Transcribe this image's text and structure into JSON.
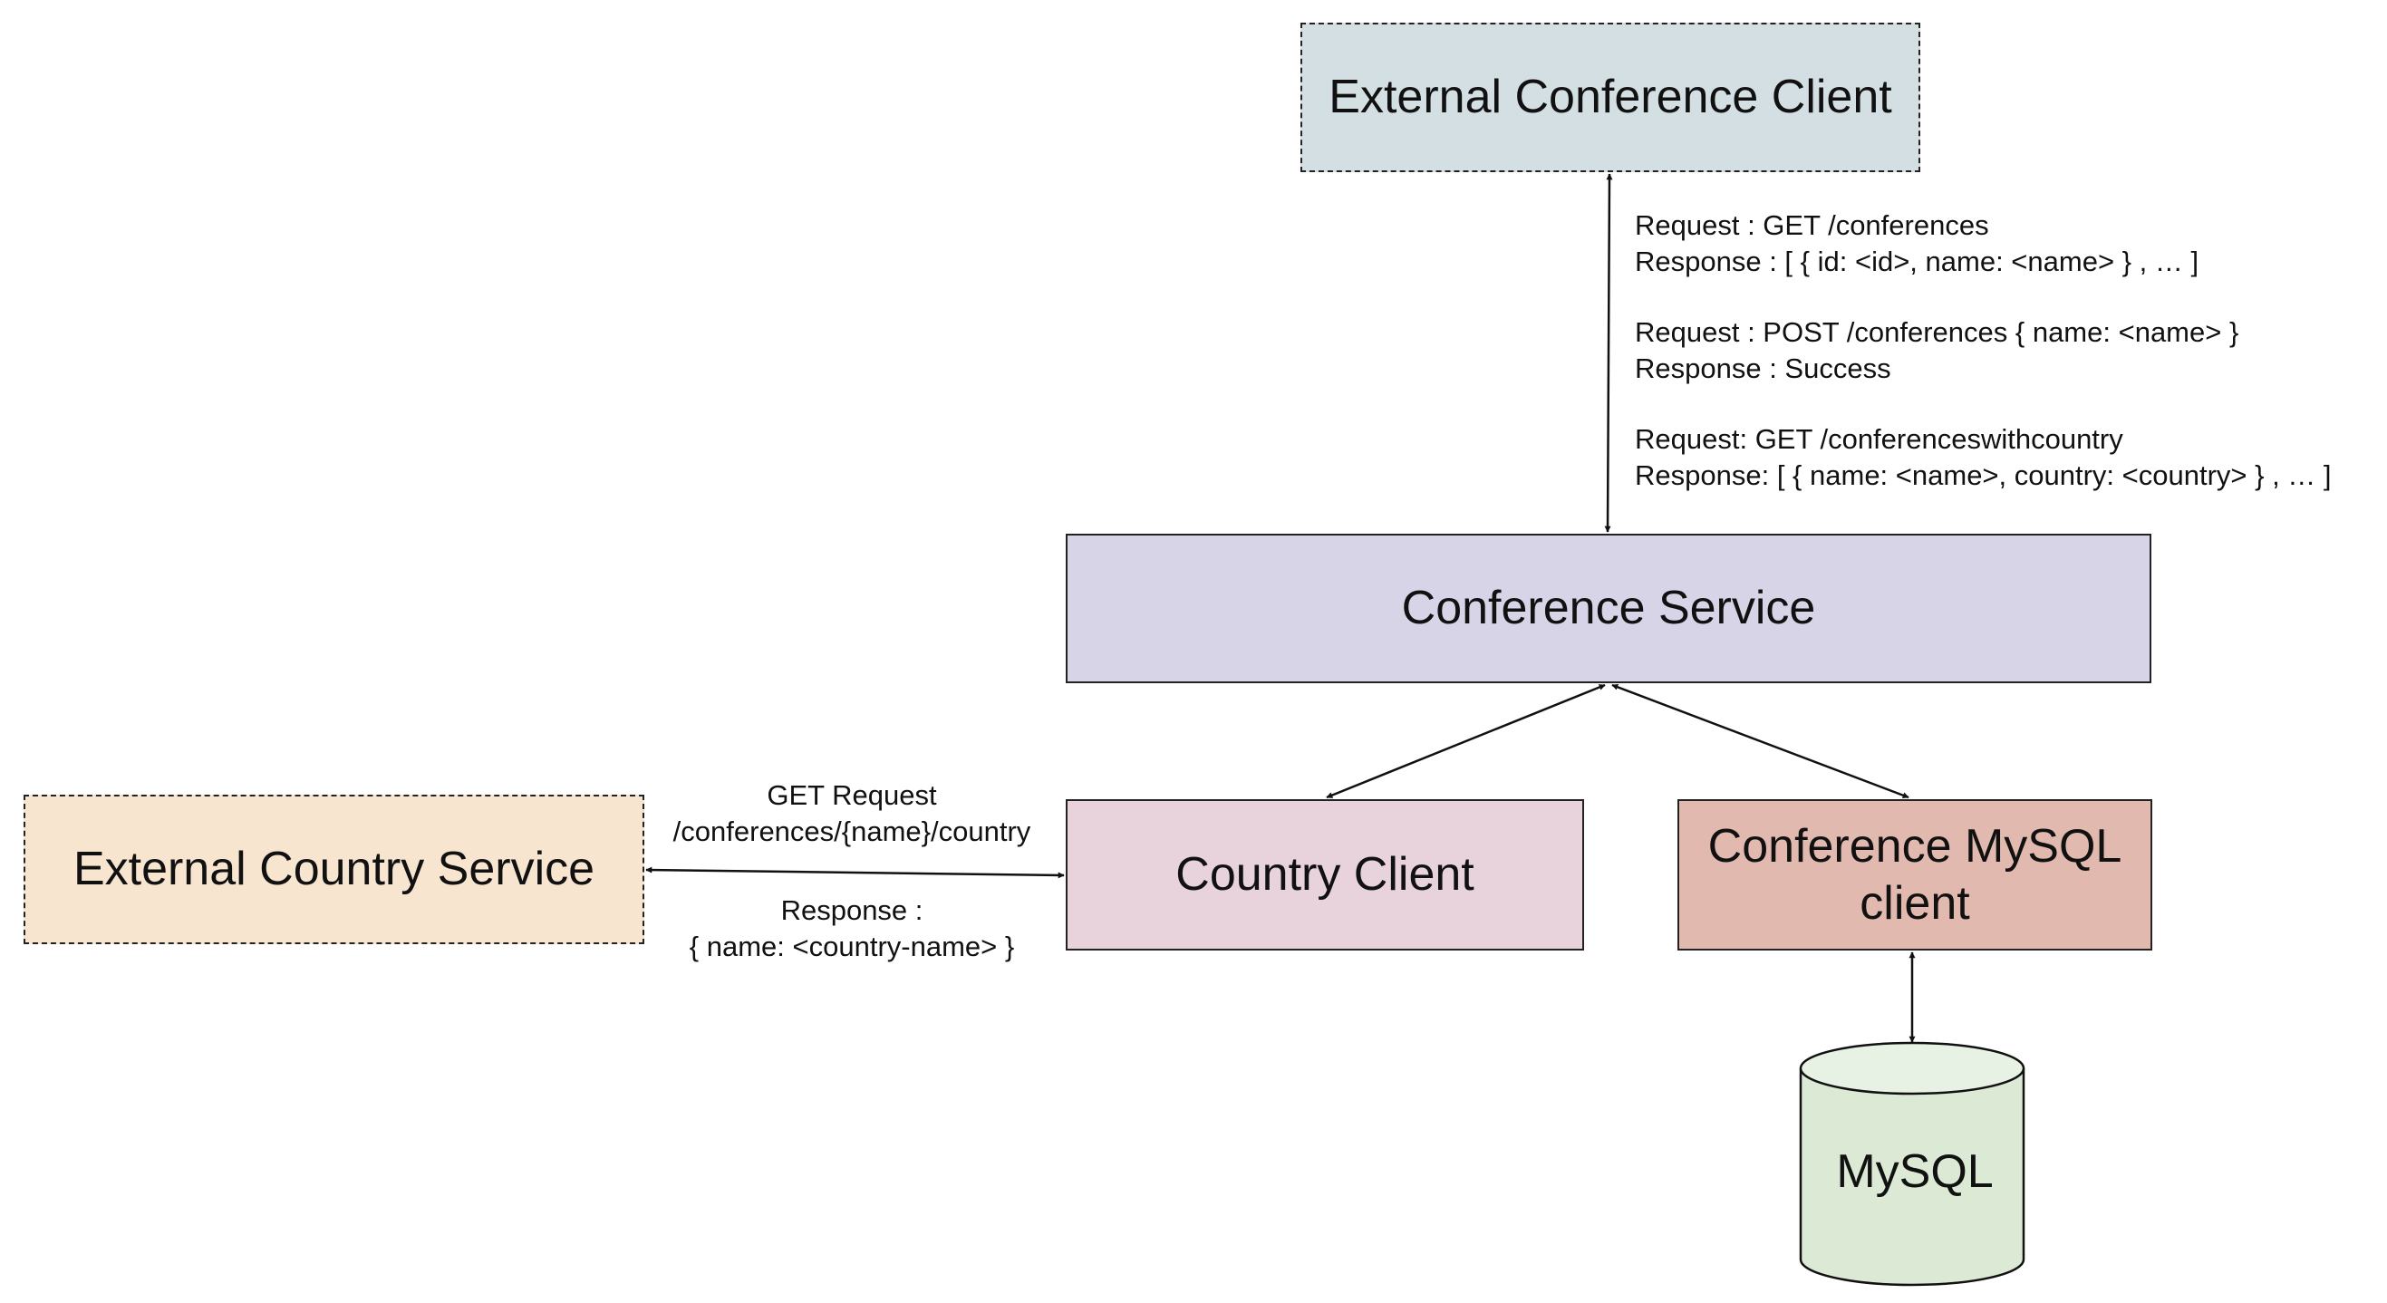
{
  "nodes": {
    "external_conference_client": "External Conference Client",
    "conference_service": "Conference Service",
    "country_client": "Country Client",
    "conference_mysql_client_line1": "Conference MySQL",
    "conference_mysql_client_line2": "client",
    "external_country_service": "External Country Service",
    "mysql": "MySQL"
  },
  "api_notes": {
    "get_conferences_request": "Request : GET /conferences",
    "get_conferences_response": "Response : [ { id: <id>, name: <name> } , … ]",
    "post_conferences_request": "Request : POST /conferences { name: <name> }",
    "post_conferences_response": "Response : Success",
    "get_with_country_request": "Request: GET /conferenceswithcountry",
    "get_with_country_response": "Response: [ { name: <name>, country: <country> } , … ]"
  },
  "country_call": {
    "request_line1": "GET Request",
    "request_line2": "/conferences/{name}/country",
    "response_line1": "Response :",
    "response_line2": "{ name: <country-name> }"
  },
  "colors": {
    "external_conference_client": "#d3dfe3",
    "conference_service": "#d8d4e8",
    "country_client": "#e8d3dd",
    "conference_mysql_client": "#e1b9ae",
    "external_country_service": "#f8e5d0",
    "mysql": "#dce9d5"
  }
}
